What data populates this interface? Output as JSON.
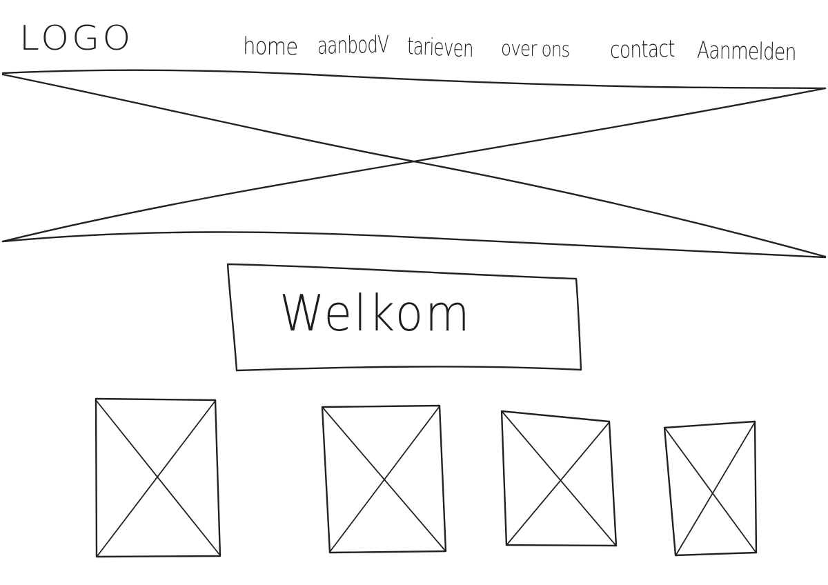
{
  "header": {
    "logo": "LOGO",
    "nav": [
      {
        "label": "home"
      },
      {
        "label": "aanbodV"
      },
      {
        "label": "tarieven"
      },
      {
        "label": "over ons"
      },
      {
        "label": "contact"
      },
      {
        "label": "Aanmelden"
      }
    ]
  },
  "hero": {
    "image_placeholder": "hero-image-placeholder"
  },
  "welcome": {
    "text": "Welkom"
  },
  "cards": [
    {
      "placeholder": "image-placeholder"
    },
    {
      "placeholder": "image-placeholder"
    },
    {
      "placeholder": "image-placeholder"
    },
    {
      "placeholder": "image-placeholder"
    }
  ],
  "colors": {
    "ink": "#222222",
    "paper": "#ffffff"
  }
}
